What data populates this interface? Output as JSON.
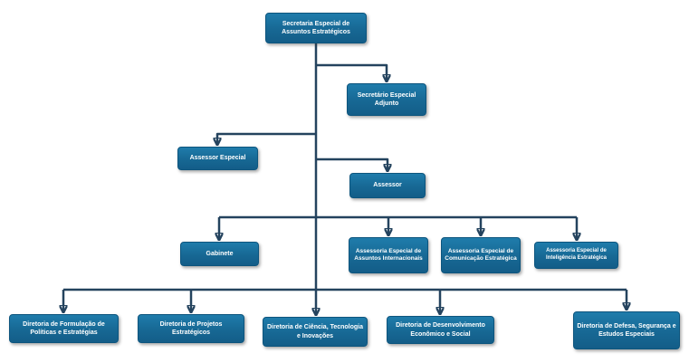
{
  "diagram": {
    "type": "org-chart",
    "root": "Secretaria Especial de Assuntos Estratégicos"
  },
  "colors": {
    "node_fill": "#176894",
    "node_border": "#0d557e",
    "node_text": "#ffffff",
    "connector": "#24435e"
  },
  "nodes": [
    {
      "id": "secretaria-especial",
      "label": "Secretaria Especial de Assuntos Estratégicos",
      "parent": null
    },
    {
      "id": "secretario-especial-adjunto",
      "label": "Secretário Especial Adjunto",
      "parent": "secretaria-especial"
    },
    {
      "id": "assessor-especial",
      "label": "Assessor Especial",
      "parent": "secretaria-especial"
    },
    {
      "id": "assessor",
      "label": "Assessor",
      "parent": "secretaria-especial"
    },
    {
      "id": "gabinete",
      "label": "Gabinete",
      "parent": "secretaria-especial"
    },
    {
      "id": "assessoria-assuntos-internacionais",
      "label": "Assessoria Especial de Assuntos Internacionais",
      "parent": "secretaria-especial"
    },
    {
      "id": "assessoria-comunicacao-estrategica",
      "label": "Assessoria Especial de Comunicação Estratégica",
      "parent": "secretaria-especial"
    },
    {
      "id": "assessoria-inteligencia-estrategica",
      "label": "Assessoria Especial de Inteligência Estratégica",
      "parent": "secretaria-especial"
    },
    {
      "id": "diretoria-formulacao-politicas",
      "label": "Diretoria de Formulação de Políticas e Estratégias",
      "parent": "secretaria-especial"
    },
    {
      "id": "diretoria-projetos-estrategicos",
      "label": "Diretoria de Projetos Estratégicos",
      "parent": "secretaria-especial"
    },
    {
      "id": "diretoria-ciencia-tecnologia",
      "label": "Diretoria de Ciência, Tecnologia e Inovações",
      "parent": "secretaria-especial"
    },
    {
      "id": "diretoria-desenvolvimento",
      "label": "Diretoria de Desenvolvimento Econômico e Social",
      "parent": "secretaria-especial"
    },
    {
      "id": "diretoria-defesa-seguranca",
      "label": "Diretoria de Defesa, Segurança e Estudos Especiais",
      "parent": "secretaria-especial"
    }
  ]
}
